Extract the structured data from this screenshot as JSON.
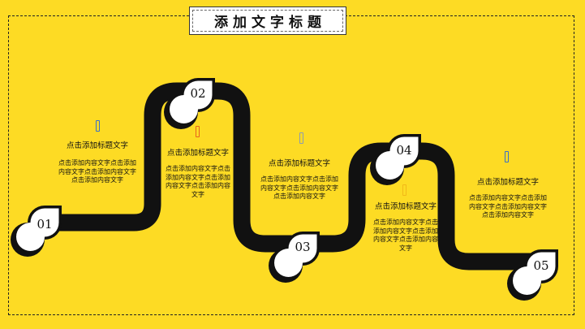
{
  "title": "添加文字标题",
  "steps": [
    {
      "num": "01",
      "title": "点击添加标题文字",
      "body": "点击添加内容文字点击添加内容文字点击添加内容文字点击添加内容文字",
      "accent": "#3A6FC9"
    },
    {
      "num": "02",
      "title": "点击添加标题文字",
      "body": "点击添加内容文字点击添加内容文字点击添加内容文字点击添加内容文字",
      "accent": "#E8631C"
    },
    {
      "num": "03",
      "title": "点击添加标题文字",
      "body": "点击添加内容文字点击添加内容文字点击添加内容文字点击添加内容文字",
      "accent": "#8C9BB0"
    },
    {
      "num": "04",
      "title": "点击添加标题文字",
      "body": "点击添加内容文字点击添加内容文字点击添加内容文字点击添加内容文字",
      "accent": "#F2B818"
    },
    {
      "num": "05",
      "title": "点击添加标题文字",
      "body": "点击添加内容文字点击添加内容文字点击添加内容文字点击添加内容文字",
      "accent": "#3A6FC9"
    }
  ],
  "colors": {
    "background": "#FDDB24",
    "road": "#111111",
    "node": "#FFFFFF"
  }
}
